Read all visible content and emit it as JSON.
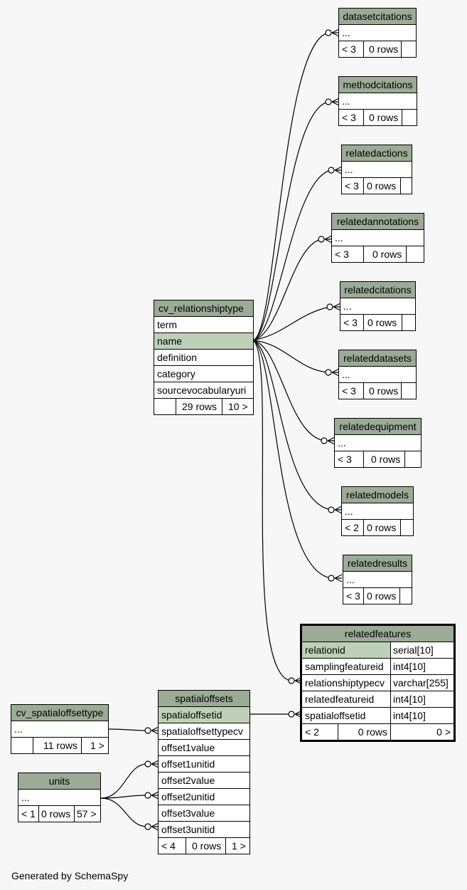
{
  "footer": "Generated by SchemaSpy",
  "colors": {
    "header": "#9bab96",
    "key_row": "#bed1b8",
    "background": "#f7f7f7",
    "lines": "#000000"
  },
  "tables": {
    "datasetcitations": {
      "name": "datasetcitations",
      "rows": [
        "..."
      ],
      "footer": [
        "< 3",
        "0 rows",
        ""
      ]
    },
    "methodcitations": {
      "name": "methodcitations",
      "rows": [
        "..."
      ],
      "footer": [
        "< 3",
        "0 rows",
        ""
      ]
    },
    "relatedactions": {
      "name": "relatedactions",
      "rows": [
        "..."
      ],
      "footer": [
        "< 3",
        "0 rows",
        ""
      ]
    },
    "relatedannotations": {
      "name": "relatedannotations",
      "rows": [
        "..."
      ],
      "footer": [
        "< 3",
        "0 rows",
        ""
      ]
    },
    "relatedcitations": {
      "name": "relatedcitations",
      "rows": [
        "..."
      ],
      "footer": [
        "< 3",
        "0 rows",
        ""
      ]
    },
    "relateddatasets": {
      "name": "relateddatasets",
      "rows": [
        "..."
      ],
      "footer": [
        "< 3",
        "0 rows",
        ""
      ]
    },
    "relatedequipment": {
      "name": "relatedequipment",
      "rows": [
        "..."
      ],
      "footer": [
        "< 3",
        "0 rows",
        ""
      ]
    },
    "relatedmodels": {
      "name": "relatedmodels",
      "rows": [
        "..."
      ],
      "footer": [
        "< 2",
        "0 rows",
        ""
      ]
    },
    "relatedresults": {
      "name": "relatedresults",
      "rows": [
        "..."
      ],
      "footer": [
        "< 3",
        "0 rows",
        ""
      ]
    },
    "cv_relationshiptype": {
      "name": "cv_relationshiptype",
      "rows": [
        "term",
        "name",
        "definition",
        "category",
        "sourcevocabularyuri"
      ],
      "footer": [
        "",
        "29 rows",
        "10 >"
      ]
    },
    "relatedfeatures": {
      "name": "relatedfeatures",
      "rows": [
        [
          "relationid",
          "serial[10]"
        ],
        [
          "samplingfeatureid",
          "int4[10]"
        ],
        [
          "relationshiptypecv",
          "varchar[255]"
        ],
        [
          "relatedfeatureid",
          "int4[10]"
        ],
        [
          "spatialoffsetid",
          "int4[10]"
        ]
      ],
      "footer": [
        "< 2",
        "0 rows",
        "0 >"
      ]
    },
    "spatialoffsets": {
      "name": "spatialoffsets",
      "rows": [
        "spatialoffsetid",
        "spatialoffsettypecv",
        "offset1value",
        "offset1unitid",
        "offset2value",
        "offset2unitid",
        "offset3value",
        "offset3unitid"
      ],
      "footer": [
        "< 4",
        "0 rows",
        "1 >"
      ]
    },
    "cv_spatialoffsettype": {
      "name": "cv_spatialoffsettype",
      "rows": [
        "..."
      ],
      "footer": [
        "",
        "11 rows",
        "1 >"
      ]
    },
    "units": {
      "name": "units",
      "rows": [
        "..."
      ],
      "footer": [
        "< 1",
        "0 rows",
        "57 >"
      ]
    }
  }
}
